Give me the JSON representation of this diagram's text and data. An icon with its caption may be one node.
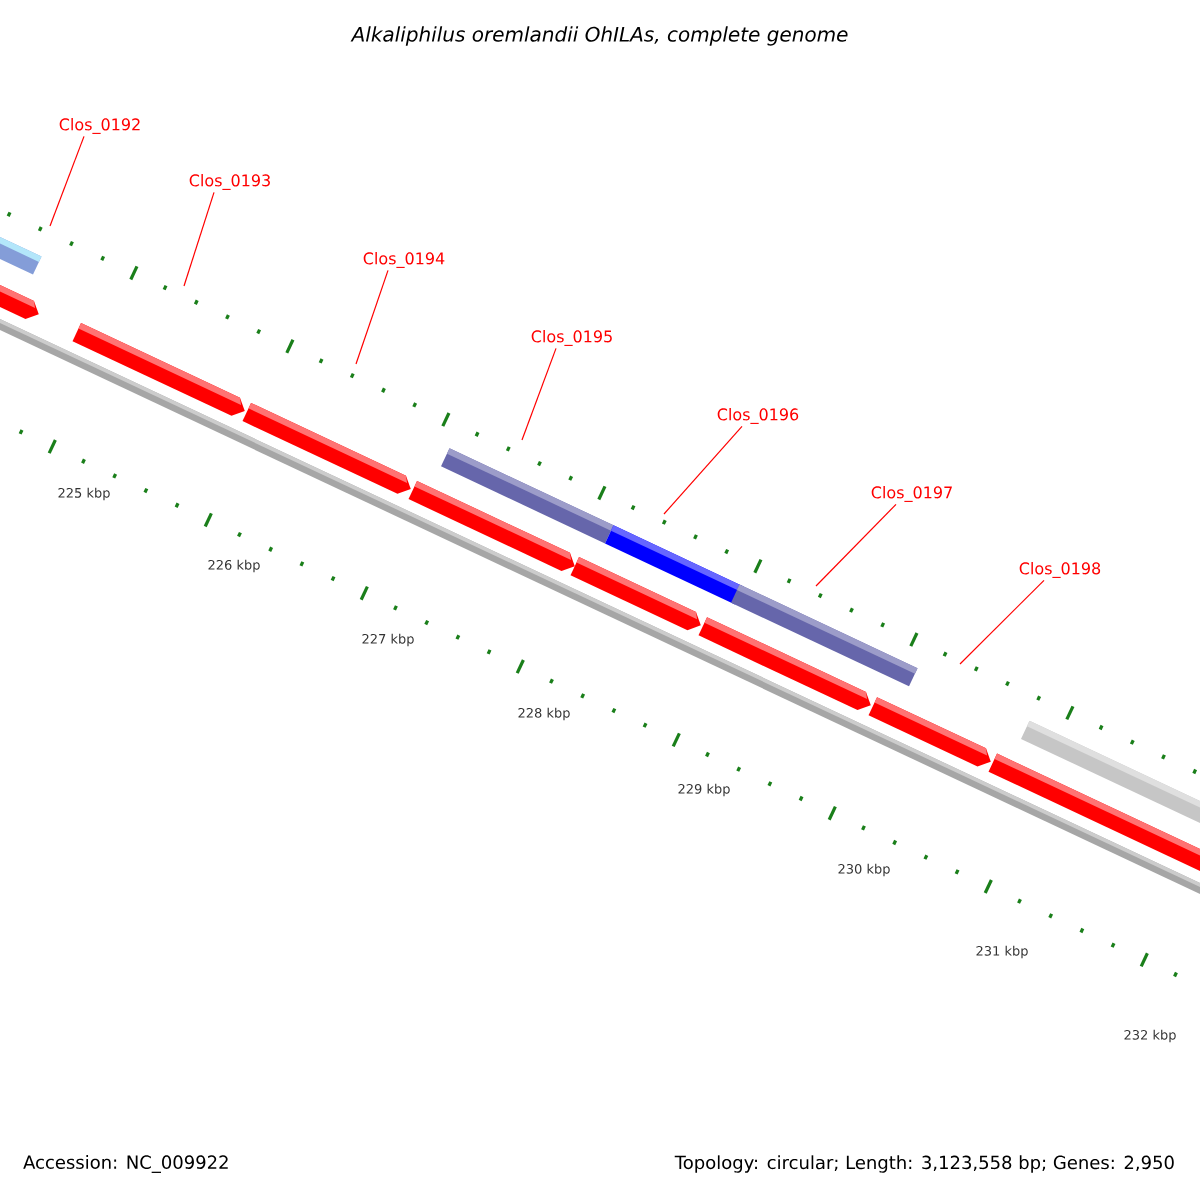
{
  "diagram": {
    "title": "Alkaliphilus oremlandii OhILAs, complete genome",
    "nodes": [
      {
        "text": [
          "Clos_0192"
        ]
      },
      {
        "text": [
          "Clos_0193"
        ]
      },
      {
        "text": [
          "Clos_0194"
        ]
      },
      {
        "text": [
          "Clos_0195"
        ]
      },
      {
        "text": [
          "Clos_0196"
        ]
      },
      {
        "text": [
          "Clos_0197"
        ]
      },
      {
        "text": [
          "Clos_0198"
        ]
      }
    ],
    "edges": [
      {
        "from": 0,
        "to": null,
        "arrow": "none"
      },
      {
        "from": 1,
        "to": null,
        "arrow": "none"
      },
      {
        "from": 2,
        "to": null,
        "arrow": "none"
      },
      {
        "from": 3,
        "to": null,
        "arrow": "none"
      },
      {
        "from": 4,
        "to": null,
        "arrow": "none"
      },
      {
        "from": 5,
        "to": null,
        "arrow": "none"
      },
      {
        "from": 6,
        "to": null,
        "arrow": "none"
      }
    ],
    "labels": [
      "225 kbp",
      "226 kbp",
      "227 kbp",
      "228 kbp",
      "229 kbp",
      "230 kbp",
      "231 kbp",
      "232 kbp",
      "Accession: NC_009922",
      "Topology: circular; Length: 3,123,558 bp; Genes: 2,950"
    ]
  }
}
